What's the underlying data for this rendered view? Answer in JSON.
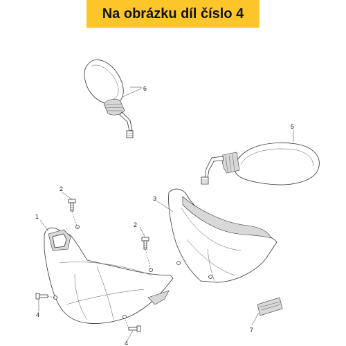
{
  "banner": {
    "text": "Na obrázku díl číslo 4",
    "background": "#fcc62a"
  },
  "callouts": {
    "c1": "1",
    "c2a": "2",
    "c2b": "2",
    "c3": "3",
    "c4a": "4",
    "c4b": "4",
    "c5": "5",
    "c6": "6",
    "c7": "7"
  }
}
